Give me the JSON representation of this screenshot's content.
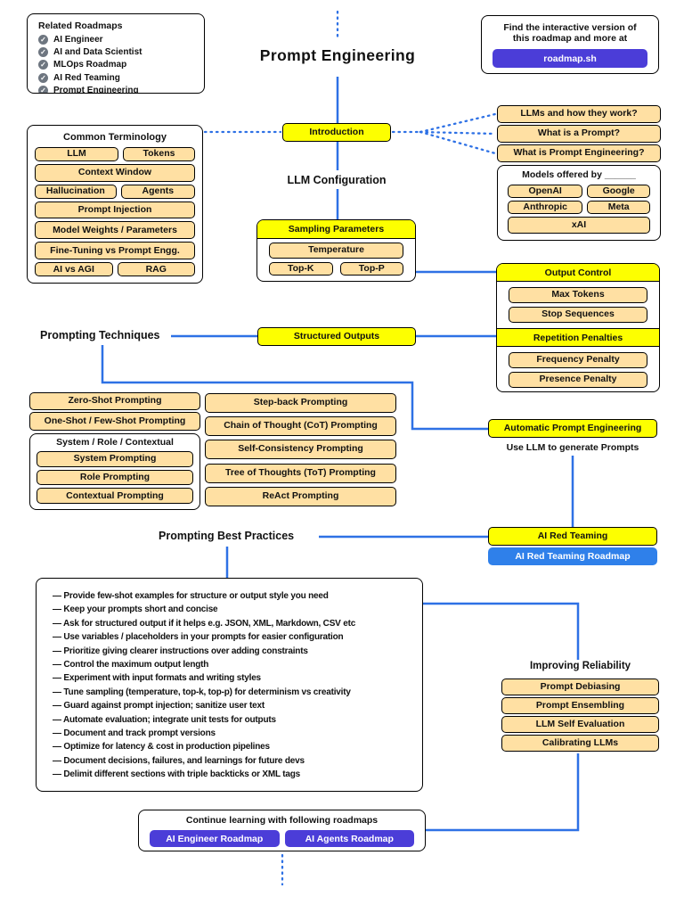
{
  "colors": {
    "node_yellow": "#fdff00",
    "node_tan": "#ffe0a3",
    "connector_blue": "#2e71e5",
    "brand_purple": "#4b3dd8",
    "roadmap_button_blue": "#2f80ea"
  },
  "title": "Prompt Engineering",
  "related_roadmaps": {
    "title": "Related Roadmaps",
    "check_icon": "✓",
    "items": [
      "AI Engineer",
      "AI and Data Scientist",
      "MLOps Roadmap",
      "AI Red Teaming",
      "Prompt Engineering"
    ]
  },
  "banner": {
    "line1": "Find the interactive version of",
    "line2": "this roadmap and more at",
    "button_label": "roadmap.sh"
  },
  "introduction": {
    "label": "Introduction"
  },
  "intro_topics": {
    "items": [
      "LLMs and how they work?",
      "What is a Prompt?",
      "What is Prompt Engineering?"
    ]
  },
  "models": {
    "title": "Models offered by ______",
    "items": [
      "OpenAI",
      "Google",
      "Anthropic",
      "Meta",
      "xAI"
    ]
  },
  "terminology": {
    "title": "Common Terminology",
    "items": [
      "LLM",
      "Tokens",
      "Context Window",
      "Hallucination",
      "Agents",
      "Prompt Injection",
      "Model Weights / Parameters",
      "Fine-Tuning vs Prompt Engg.",
      "AI vs AGI",
      "RAG"
    ]
  },
  "llm_config": {
    "label": "LLM Configuration",
    "sampling_header": "Sampling Parameters",
    "temperature": "Temperature",
    "top_k": "Top-K",
    "top_p": "Top-P"
  },
  "output_control": {
    "header": "Output Control",
    "items": [
      "Max Tokens",
      "Stop Sequences"
    ]
  },
  "repetition": {
    "header": "Repetition Penalties",
    "items": [
      "Frequency Penalty",
      "Presence Penalty"
    ]
  },
  "techniques": {
    "label": "Prompting Techniques",
    "structured_outputs": "Structured Outputs",
    "left": [
      "Zero-Shot Prompting",
      "One-Shot / Few-Shot Prompting"
    ],
    "group": {
      "title": "System / Role / Contextual",
      "items": [
        "System Prompting",
        "Role Prompting",
        "Contextual Prompting"
      ]
    },
    "right": [
      "Step-back Prompting",
      "Chain of Thought (CoT) Prompting",
      "Self-Consistency Prompting",
      "Tree of Thoughts (ToT) Prompting",
      "ReAct Prompting"
    ]
  },
  "ape": {
    "label": "Automatic Prompt Engineering",
    "caption": "Use LLM to generate Prompts"
  },
  "red_teaming": {
    "label": "AI Red Teaming",
    "button_label": "AI Red Teaming Roadmap"
  },
  "best_practices": {
    "label": "Prompting Best Practices",
    "items": [
      "— Provide few-shot examples for structure or output style you need",
      "— Keep your prompts short and concise",
      "— Ask for structured output if it helps e.g. JSON, XML, Markdown, CSV etc",
      "— Use variables / placeholders in your prompts for easier configuration",
      "— Prioritize giving clearer instructions over adding constraints",
      "— Control the maximum output length",
      "— Experiment with input formats and writing styles",
      "— Tune sampling (temperature, top-k, top-p) for determinism vs creativity",
      "— Guard against prompt injection; sanitize user text",
      "— Automate evaluation; integrate unit tests for outputs",
      "— Document and track prompt versions",
      "— Optimize for latency & cost in production pipelines",
      "— Document decisions, failures, and learnings for future devs",
      "— Delimit different sections with triple backticks or XML tags"
    ]
  },
  "reliability": {
    "label": "Improving Reliability",
    "items": [
      "Prompt Debiasing",
      "Prompt Ensembling",
      "LLM Self Evaluation",
      "Calibrating LLMs"
    ]
  },
  "continue_learning": {
    "title": "Continue learning with following roadmaps",
    "buttons": [
      "AI Engineer Roadmap",
      "AI Agents Roadmap"
    ]
  }
}
